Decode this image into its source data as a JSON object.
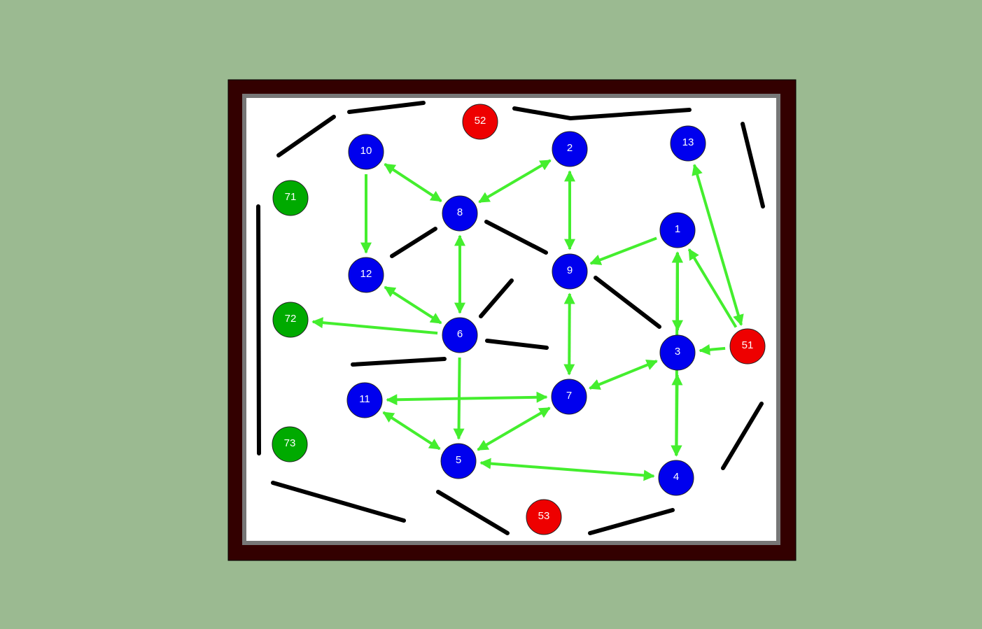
{
  "colors": {
    "background": "#9bba91",
    "frame": "#330000",
    "arena": "#ffffff",
    "wall": "#000000",
    "arrow": "#44ee2e",
    "node_blue": "#0000ee",
    "node_red": "#ee0000",
    "node_green": "#00aa00"
  },
  "nodes": [
    {
      "id": "1",
      "label": "1",
      "kind": "blue"
    },
    {
      "id": "2",
      "label": "2",
      "kind": "blue"
    },
    {
      "id": "3",
      "label": "3",
      "kind": "blue"
    },
    {
      "id": "4",
      "label": "4",
      "kind": "blue"
    },
    {
      "id": "5",
      "label": "5",
      "kind": "blue"
    },
    {
      "id": "6",
      "label": "6",
      "kind": "blue"
    },
    {
      "id": "7",
      "label": "7",
      "kind": "blue"
    },
    {
      "id": "8",
      "label": "8",
      "kind": "blue"
    },
    {
      "id": "9",
      "label": "9",
      "kind": "blue"
    },
    {
      "id": "10",
      "label": "10",
      "kind": "blue"
    },
    {
      "id": "11",
      "label": "11",
      "kind": "blue"
    },
    {
      "id": "12",
      "label": "12",
      "kind": "blue"
    },
    {
      "id": "13",
      "label": "13",
      "kind": "blue"
    },
    {
      "id": "51",
      "label": "51",
      "kind": "red"
    },
    {
      "id": "52",
      "label": "52",
      "kind": "red"
    },
    {
      "id": "53",
      "label": "53",
      "kind": "red"
    },
    {
      "id": "71",
      "label": "71",
      "kind": "green"
    },
    {
      "id": "72",
      "label": "72",
      "kind": "green"
    },
    {
      "id": "73",
      "label": "73",
      "kind": "green"
    }
  ],
  "edges": [
    {
      "from": "10",
      "to": "8",
      "bidirectional": true
    },
    {
      "from": "8",
      "to": "2",
      "bidirectional": true
    },
    {
      "from": "2",
      "to": "9",
      "bidirectional": true
    },
    {
      "from": "10",
      "to": "12",
      "bidirectional": false
    },
    {
      "from": "8",
      "to": "6",
      "bidirectional": true
    },
    {
      "from": "1",
      "to": "9",
      "bidirectional": false
    },
    {
      "from": "12",
      "to": "6",
      "bidirectional": true
    },
    {
      "from": "6",
      "to": "72",
      "bidirectional": false
    },
    {
      "from": "9",
      "to": "7",
      "bidirectional": true
    },
    {
      "from": "6",
      "to": "5",
      "bidirectional": false
    },
    {
      "from": "11",
      "to": "7",
      "bidirectional": true
    },
    {
      "from": "7",
      "to": "3",
      "bidirectional": true
    },
    {
      "from": "11",
      "to": "5",
      "bidirectional": true
    },
    {
      "from": "5",
      "to": "7",
      "bidirectional": true
    },
    {
      "from": "5",
      "to": "4",
      "bidirectional": true
    },
    {
      "from": "1",
      "to": "3",
      "bidirectional": true
    },
    {
      "from": "1",
      "to": "4",
      "bidirectional": true
    },
    {
      "from": "3",
      "to": "4",
      "bidirectional": true
    },
    {
      "from": "51",
      "to": "3",
      "bidirectional": false
    },
    {
      "from": "51",
      "to": "1",
      "bidirectional": false
    },
    {
      "from": "51",
      "to": "13",
      "bidirectional": true
    }
  ]
}
